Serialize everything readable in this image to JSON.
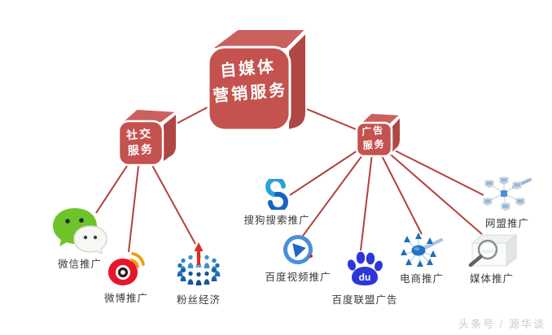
{
  "diagram": {
    "title_hint": "self-media marketing services mind map",
    "root": {
      "line1": "自媒体",
      "line2": "营销服务"
    },
    "branches": [
      {
        "id": "social",
        "line1": "社交",
        "line2": "服务",
        "children": [
          {
            "label": "微信推广",
            "icon": "wechat-icon"
          },
          {
            "label": "微博推广",
            "icon": "weibo-icon"
          },
          {
            "label": "粉丝经济",
            "icon": "fans-crowd-icon"
          }
        ]
      },
      {
        "id": "ads",
        "line1": "广告",
        "line2": "服务",
        "children": [
          {
            "label": "搜狗搜索推广",
            "icon": "sogou-icon"
          },
          {
            "label": "百度视频推广",
            "icon": "video-play-icon"
          },
          {
            "label": "百度联盟广告",
            "icon": "baidu-paw-icon"
          },
          {
            "label": "电商推广",
            "icon": "ecommerce-network-icon"
          },
          {
            "label": "媒体推广",
            "icon": "media-magnifier-icon"
          },
          {
            "label": "网盟推广",
            "icon": "network-union-icon"
          }
        ]
      }
    ]
  },
  "watermark": {
    "text": "头条号 / 源华谈"
  },
  "colors": {
    "cube_front": "#c4524e",
    "cube_top": "#ca615d",
    "cube_side": "#b04744",
    "connector_line": "#b2423e",
    "label_text": "#3a3a3a",
    "wechat_green": "#6fc32a",
    "weibo_red": "#e6162d",
    "weibo_orange": "#f39800",
    "fans_blue": "#1f6fb5",
    "baidu_blue": "#2d36d8",
    "watermark_gray": "#cbcbcb"
  }
}
